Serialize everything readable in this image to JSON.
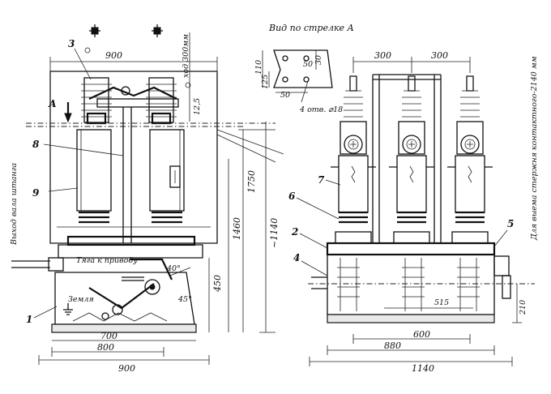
{
  "view_title": "Вид по стрелке А",
  "arrow_label": "А",
  "callouts": {
    "c1": "1",
    "c2": "2",
    "c3": "3",
    "c4": "4",
    "c5": "5",
    "c6": "6",
    "c7": "7",
    "c8": "8",
    "c9": "9"
  },
  "texts": {
    "rod_exit": "Выход вала штанга",
    "drive_rod": "Тяга к приводу",
    "ground": "Земля",
    "stroke": "ход 300мм",
    "extraction": "Для выема стержня контактного-2140 мм",
    "holes": "4 отв. ⌀18"
  },
  "dims": {
    "left_top": "900",
    "left_bot1": "800",
    "left_bot2": "900",
    "left_base": "700",
    "h1750": "1750",
    "h1460": "1460",
    "h1140": "~1140",
    "h450": "450",
    "d12_5": "12,5",
    "ang40": "40°",
    "ang45": "45°",
    "right_top1": "300",
    "right_top2": "300",
    "right_bot1": "600",
    "right_bot2": "880",
    "right_bot3": "1140",
    "r515": "515",
    "r210": "210",
    "v110": "110",
    "v125": "125",
    "v50a": "50",
    "v50b": "50",
    "v30": "30"
  }
}
